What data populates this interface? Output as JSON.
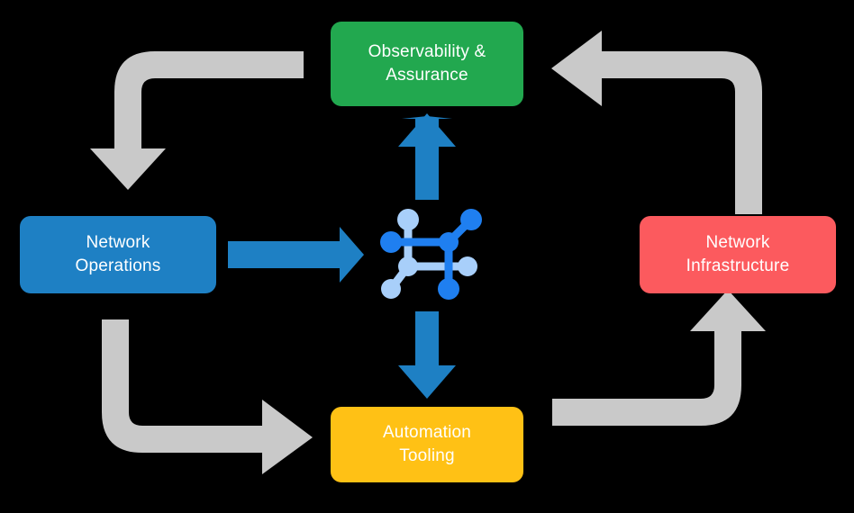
{
  "diagram": {
    "type": "cycle-flow-diagram",
    "background_color": "#000000",
    "nodes": [
      {
        "id": "observability",
        "label": "Observability &\nAssurance",
        "color": "#22a84f",
        "text_color": "#ffffff",
        "position": "top"
      },
      {
        "id": "network-operations",
        "label": "Network\nOperations",
        "color": "#1e80c4",
        "text_color": "#ffffff",
        "position": "left"
      },
      {
        "id": "network-infrastructure",
        "label": "Network\nInfrastructure",
        "color": "#fc5a5e",
        "text_color": "#ffffff",
        "position": "right"
      },
      {
        "id": "automation-tooling",
        "label": "Automation\nTooling",
        "color": "#ffc115",
        "text_color": "#ffffff",
        "position": "bottom"
      }
    ],
    "center": {
      "id": "network-graph-icon",
      "icon": "network-topology-icon",
      "colors": {
        "dark_blue": "#1f7ff0",
        "light_blue": "#a8cffa"
      }
    },
    "connectors": [
      {
        "id": "netops-to-center",
        "icon": "arrow-right-icon",
        "color": "#1e80c4",
        "from": "network-operations",
        "to": "network-graph-icon",
        "direction": "right"
      },
      {
        "id": "center-to-observability",
        "icon": "arrow-up-icon",
        "color": "#1e80c4",
        "from": "network-graph-icon",
        "to": "observability",
        "direction": "up"
      },
      {
        "id": "center-to-automation",
        "icon": "arrow-down-icon",
        "color": "#1e80c4",
        "from": "network-graph-icon",
        "to": "automation-tooling",
        "direction": "down"
      },
      {
        "id": "observability-to-netops",
        "icon": "elbow-arrow-down-icon",
        "color": "#c9c9c9",
        "from": "observability",
        "to": "network-operations",
        "direction": "down"
      },
      {
        "id": "netinfra-to-observability",
        "icon": "elbow-arrow-left-icon",
        "color": "#c9c9c9",
        "from": "network-infrastructure",
        "to": "observability",
        "direction": "left"
      },
      {
        "id": "netops-to-automation",
        "icon": "elbow-arrow-right-icon",
        "color": "#c9c9c9",
        "from": "network-operations",
        "to": "automation-tooling",
        "direction": "right"
      },
      {
        "id": "automation-to-netinfra",
        "icon": "elbow-arrow-up-icon",
        "color": "#c9c9c9",
        "from": "automation-tooling",
        "to": "network-infrastructure",
        "direction": "up"
      }
    ]
  }
}
